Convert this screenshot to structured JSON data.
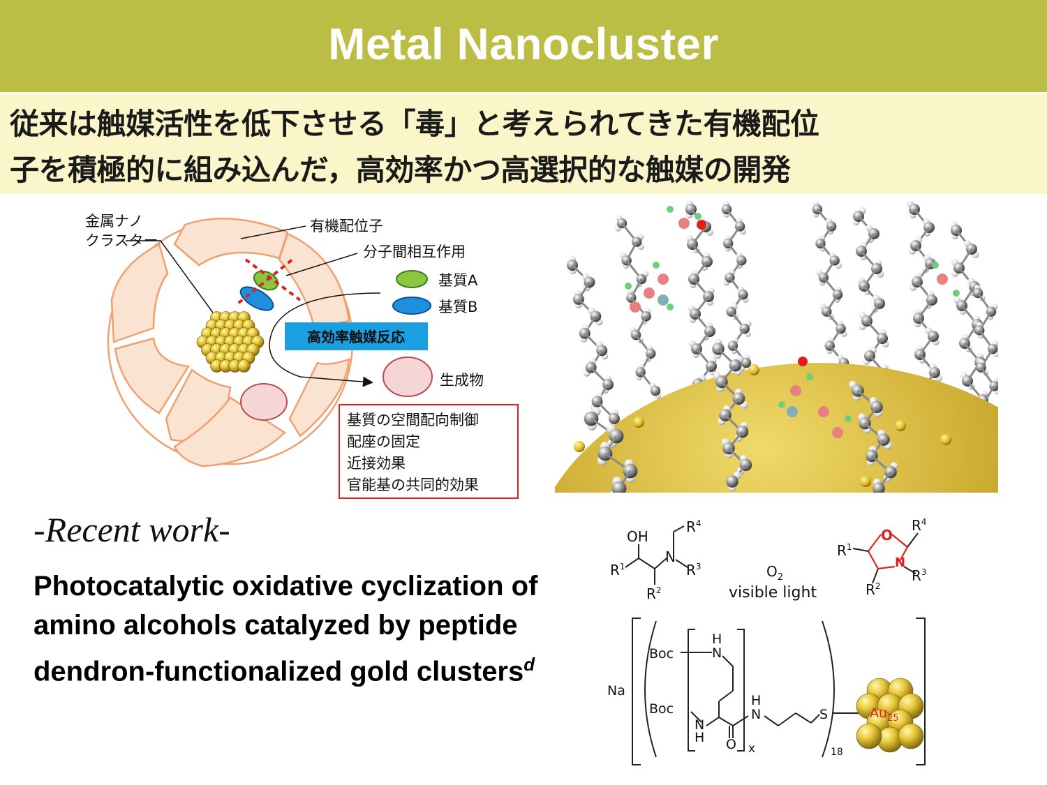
{
  "header": {
    "title": "Metal Nanocluster"
  },
  "subtitle": {
    "line1": "従来は触媒活性を低下させる「毒」と考えられてきた有機配位",
    "line2": "子を積極的に組み込んだ，高効率かつ高選択的な触媒の開発"
  },
  "diagram": {
    "label_metal_line1": "金属ナノ",
    "label_metal_line2": "クラスター",
    "label_ligand": "有機配位子",
    "label_interaction": "分子間相互作用",
    "label_substrate_a": "基質A",
    "label_substrate_b": "基質B",
    "label_reaction": "高効率触媒反応",
    "label_product": "生成物",
    "effects": [
      "基質の空間配向制御",
      "配座の固定",
      "近接効果",
      "官能基の共同的効果"
    ],
    "colors": {
      "ring": "#fbe3d2",
      "ring_stroke": "#f0a070",
      "substrate_a": "#8cc63f",
      "substrate_b": "#1e90e0",
      "product": "#f5d5d5",
      "reaction_box": "#1aa0e0",
      "effects_border": "#e02020"
    }
  },
  "recent": {
    "heading": "-Recent work-",
    "title": "Photocatalytic oxidative cyclization of amino alcohols catalyzed by peptide dendron-functionalized gold clusters",
    "title_sup": "d"
  },
  "scheme": {
    "oh": "OH",
    "r1": "R",
    "r2": "R",
    "r3": "R",
    "r4": "R",
    "n": "N",
    "o": "O",
    "sup1": "1",
    "sup2": "2",
    "sup3": "3",
    "sup4": "4",
    "o2": "O",
    "o2_sub": "2",
    "visible_light": "visible light"
  },
  "structure": {
    "na": "Na",
    "boc": "Boc",
    "h": "H",
    "n": "N",
    "o": "O",
    "s": "S",
    "x": "x",
    "n18": "18",
    "au": "Au",
    "au_sub": "25"
  }
}
